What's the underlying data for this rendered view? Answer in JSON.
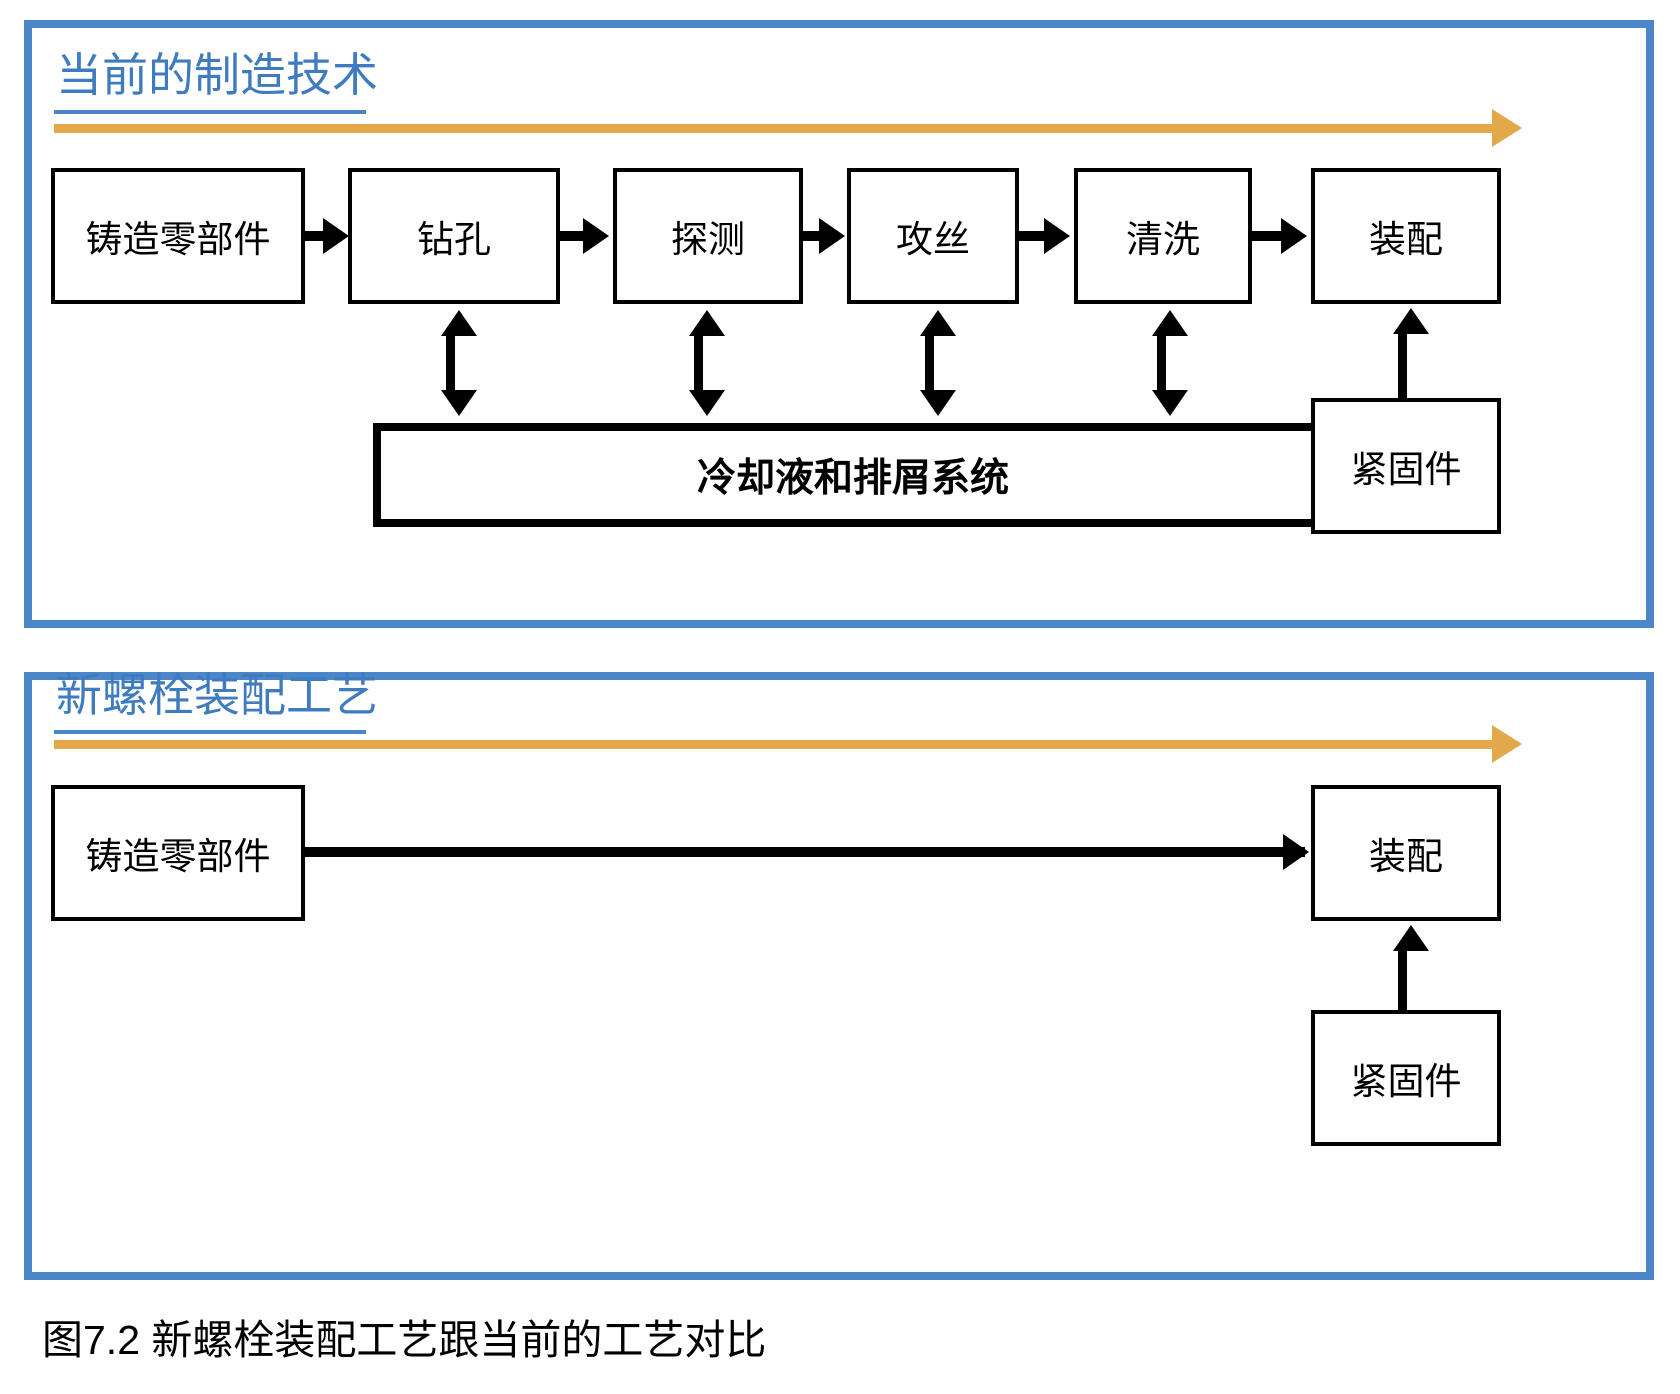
{
  "figure": {
    "caption": "图7.2  新螺栓装配工艺跟当前的工艺对比",
    "colors": {
      "panel_border": "#4a86c8",
      "heading_text": "#3f7bbf",
      "heading_rule": "#4a86c8",
      "flow_axis": "#e2a94a",
      "node_border": "#000000",
      "node_text": "#000000",
      "background": "#ffffff"
    }
  },
  "panels": [
    {
      "id": "current",
      "title": "当前的制造技术",
      "flow_axis_label": "",
      "nodes": [
        {
          "id": "cast",
          "label": "铸造零部件"
        },
        {
          "id": "drill",
          "label": "钻孔"
        },
        {
          "id": "probe",
          "label": "探测"
        },
        {
          "id": "tap",
          "label": "攻丝"
        },
        {
          "id": "wash",
          "label": "清洗"
        },
        {
          "id": "assemble",
          "label": "装配"
        }
      ],
      "support_node": {
        "id": "coolant",
        "label": "冷却液和排屑系统"
      },
      "feed_node": {
        "id": "fastener",
        "label": "紧固件"
      }
    },
    {
      "id": "new",
      "title": "新螺栓装配工艺",
      "flow_axis_label": "",
      "nodes": [
        {
          "id": "cast",
          "label": "铸造零部件"
        },
        {
          "id": "assemble",
          "label": "装配"
        }
      ],
      "feed_node": {
        "id": "fastener",
        "label": "紧固件"
      }
    }
  ]
}
